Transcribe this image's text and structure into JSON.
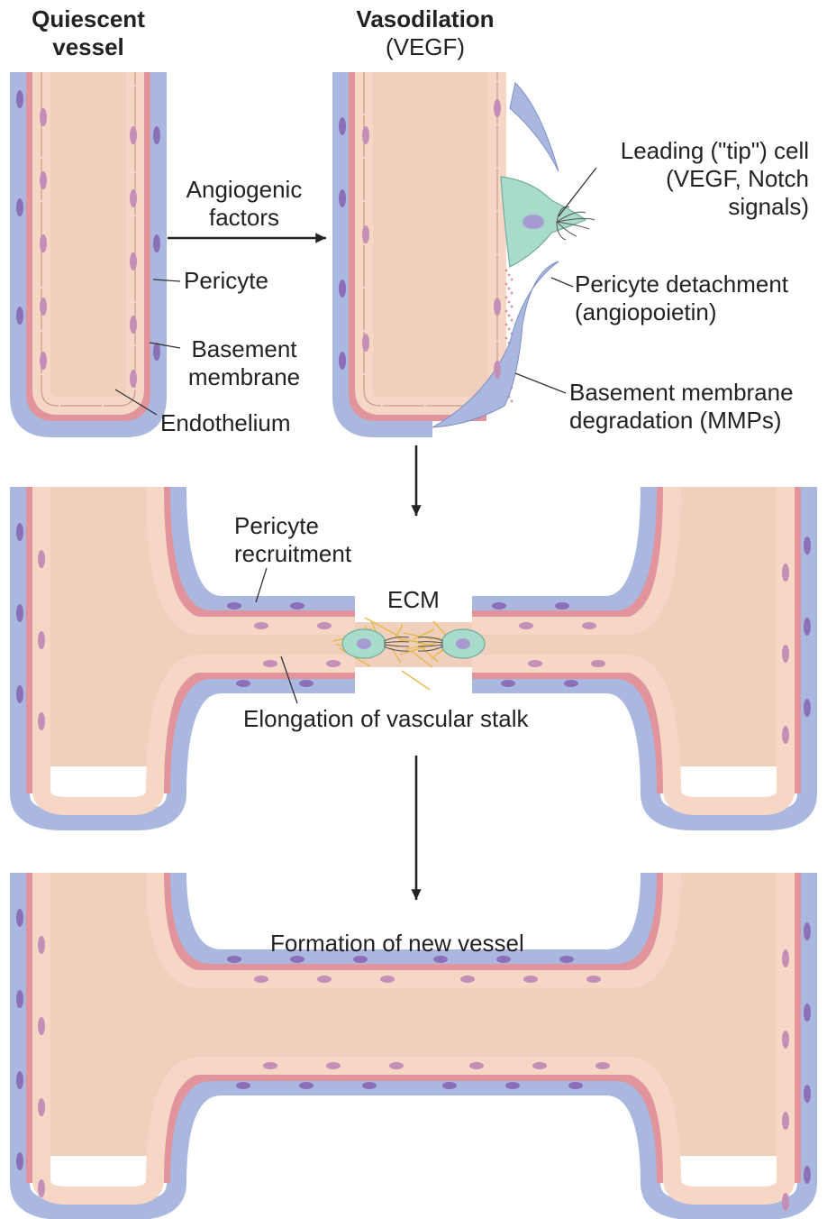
{
  "colors": {
    "lumen": "#f1cfbd",
    "endothelium_fill": "#f6d6c5",
    "endothelium_edge": "#c99a86",
    "endo_nucleus": "#c48fb6",
    "basement_membrane": "#e1949b",
    "pericyte_fill": "#aab8e0",
    "pericyte_edge": "#7e8fc5",
    "pericyte_nucleus": "#8b6fb8",
    "tip_cell": "#a9dbcd",
    "tip_cell_edge": "#6fae9c",
    "tip_nucleus": "#a59bd0",
    "ecm_fiber": "#e5b94a",
    "text": "#222222",
    "arrow": "#222222"
  },
  "panels": {
    "quiescent": {
      "title_line1": "Quiescent",
      "title_line2": "vessel",
      "label_pericyte": "Pericyte",
      "label_basement_line1": "Basement",
      "label_basement_line2": "membrane",
      "label_endothelium": "Endothelium"
    },
    "arrow_factors": {
      "line1": "Angiogenic",
      "line2": "factors"
    },
    "vasodilation": {
      "title": "Vasodilation",
      "subtitle": "(VEGF)",
      "tip_line1": "Leading (\"tip\") cell",
      "tip_line2": "(VEGF, Notch",
      "tip_line3": "signals)",
      "detach_line1": "Pericyte detachment",
      "detach_line2": "(angiopoietin)",
      "degrade_line1": "Basement membrane",
      "degrade_line2": "degradation (MMPs)"
    },
    "sprouting": {
      "recruit_line1": "Pericyte",
      "recruit_line2": "recruitment",
      "ecm": "ECM",
      "stalk": "Elongation of vascular stalk"
    },
    "new_vessel": {
      "label": "Formation of new vessel"
    }
  }
}
